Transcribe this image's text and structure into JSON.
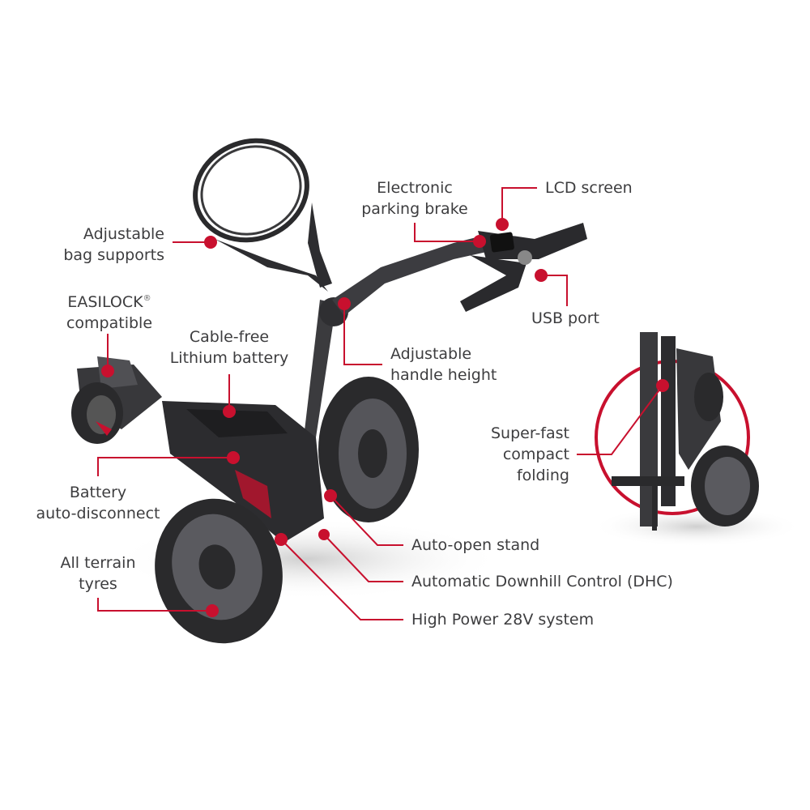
{
  "accent_color": "#c8102e",
  "text_color": "#3d3d3f",
  "callouts": {
    "bag_supports": [
      "Adjustable",
      "bag supports"
    ],
    "easilock": [
      "EASILOCK",
      "®",
      "compatible"
    ],
    "battery": [
      "Cable-free",
      "Lithium battery"
    ],
    "auto_disconnect": [
      "Battery",
      "auto-disconnect"
    ],
    "tyres": [
      "All terrain",
      "tyres"
    ],
    "parking_brake": [
      "Electronic",
      "parking brake"
    ],
    "lcd": "LCD screen",
    "usb": "USB port",
    "handle_height": [
      "Adjustable",
      "handle height"
    ],
    "folding": [
      "Super-fast",
      "compact",
      "folding"
    ],
    "stand": "Auto-open stand",
    "dhc": "Automatic Downhill Control (DHC)",
    "power": "High Power 28V system"
  }
}
